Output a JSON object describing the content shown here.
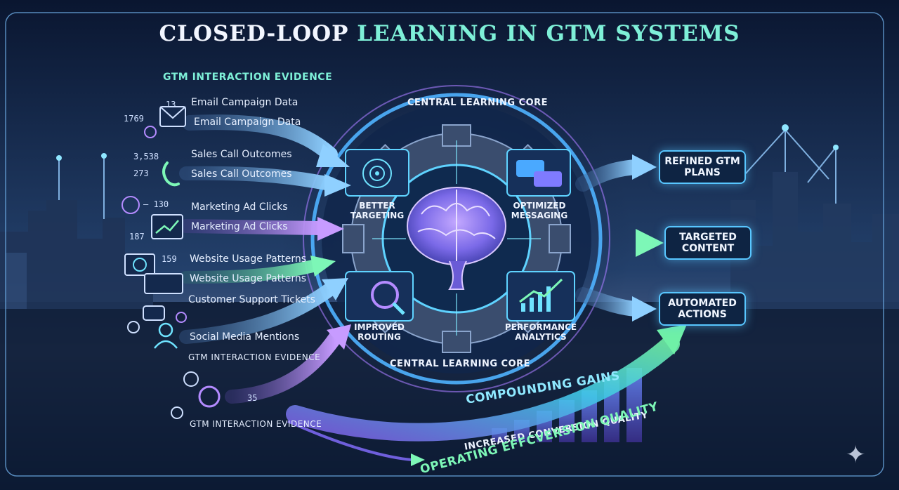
{
  "title": {
    "part1": "CLOSED-LOOP",
    "part2": "LEARNING IN",
    "part3": "GTM",
    "part4": "SYSTEMS"
  },
  "inputs": {
    "header": "GTM Interaction Evidence",
    "email_top": "Email Campaign Data",
    "email_bottom": "Email Campaign Data",
    "sales_top": "Sales Call Outcomes",
    "sales_bottom": "Sales Call Outcomes",
    "marketing_top": "Marketing Ad Clicks",
    "marketing_bottom": "Marketing Ad Clicks",
    "website_top": "Website Usage Patterns",
    "website_bottom": "Website Usage Patterns",
    "support": "Customer Support Tickets",
    "social": "Social Media Mentions",
    "footer_mid": "GTM Interaction Evidence",
    "footer_bottom": "GTM Interaction Evidence",
    "numbers": {
      "n13": "13.",
      "n1769": "1769",
      "n3538": "3,538",
      "n273": "273",
      "n130": "— 130",
      "n187": "187",
      "n159": "159",
      "n35": "35"
    }
  },
  "core": {
    "top_label": "Central Learning Core",
    "bottom_label": "Central Learning Core",
    "panels": {
      "targeting": "Better Targeting",
      "messaging": "Optimized Messaging",
      "routing": "Improved Routing",
      "analytics": "Performance Analytics"
    }
  },
  "outputs": {
    "refined": "Refined GTM Plans",
    "targeted": "Targeted Content",
    "automated": "Automated Actions"
  },
  "gains": {
    "compounding": "Compounding Gains",
    "conversion": "Increased Conversion Quality",
    "efficiency": "Operating Effcversion Quality"
  },
  "colors": {
    "background": "#0b1a33",
    "accent_cyan": "#58c6ff",
    "accent_teal": "#7ef0d8",
    "accent_purple": "#a77bff",
    "accent_green": "#5df2a0"
  },
  "icons": {
    "email": "envelope-icon",
    "sales": "phone-icon",
    "marketing": "chart-monitor-icon",
    "website": "globe-monitor-icon",
    "support": "chat-bubble-icon",
    "social": "user-group-icon",
    "core": "brain-icon",
    "gear": "gear-icon"
  }
}
